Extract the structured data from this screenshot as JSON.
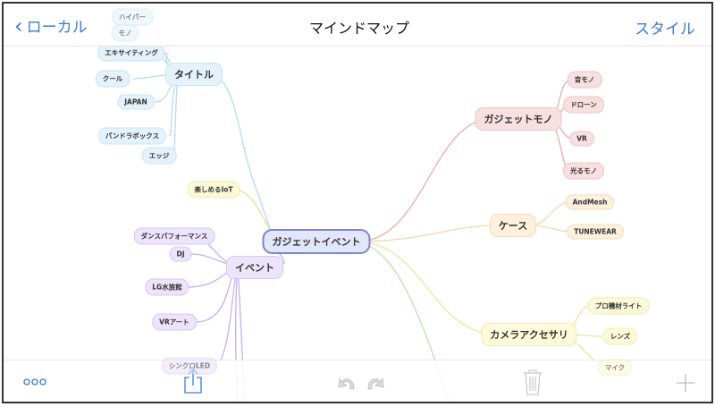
{
  "header": {
    "back_label": "ローカル",
    "title": "マインドマップ",
    "style_label": "スタイル"
  },
  "toolbar": {
    "more_icon": "ellipsis-icon",
    "share_icon": "share-icon",
    "undo_icon": "undo-icon",
    "redo_icon": "redo-icon",
    "delete_icon": "trash-icon",
    "add_icon": "plus-icon"
  },
  "colors": {
    "accent": "#3a7bd5",
    "blue": "#a8d3ee",
    "purple": "#b89ae8",
    "red": "#e6a3a6",
    "orange": "#f0d3a0",
    "yellow": "#ece39a",
    "green": "#a9e2a0"
  },
  "map": {
    "root": "ガジェットイベント",
    "title_branch": {
      "label": "タイトル",
      "children": [
        "ハイパー",
        "モノ",
        "エキサイティング",
        "クール",
        "JAPAN",
        "パンドラボックス",
        "エッジ"
      ]
    },
    "iot": "楽しめるIoT",
    "event_branch": {
      "label": "イベント",
      "children": [
        "ダンスパフォーマンス",
        "DJ",
        "LG水族館",
        "VRアート",
        "シンクロLED"
      ]
    },
    "gadget_branch": {
      "label": "ガジェットモノ",
      "children": [
        "音モノ",
        "ドローン",
        "VR",
        "光るモノ"
      ]
    },
    "case_branch": {
      "label": "ケース",
      "children": [
        "AndMesh",
        "TUNEWEAR"
      ]
    },
    "camera_branch": {
      "label": "カメラアクセサリ",
      "children": [
        "プロ機材ライト",
        "レンズ",
        "マイク"
      ]
    }
  }
}
